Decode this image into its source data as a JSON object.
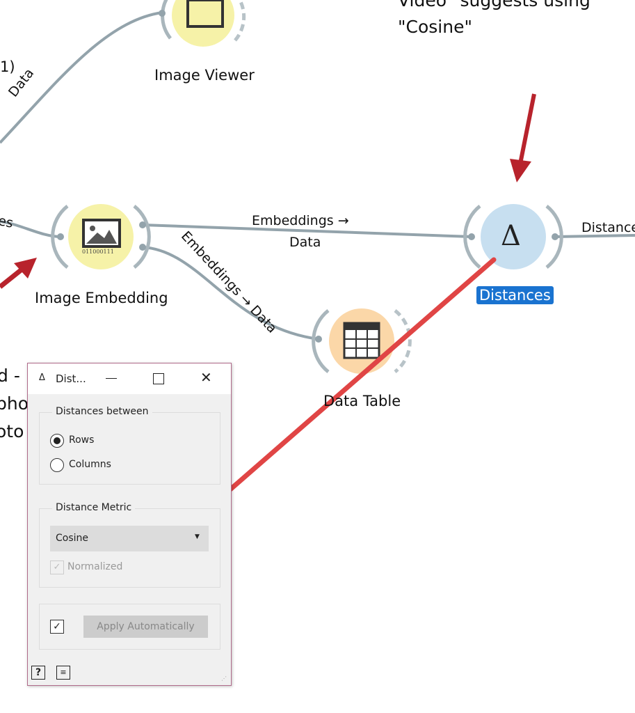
{
  "canvas": {
    "top_note": [
      "Video\" suggests using",
      "\"Cosine\""
    ],
    "left_fragments": [
      "1)",
      "d -",
      "pho",
      "oto"
    ],
    "nodes": {
      "image_viewer": "Image Viewer",
      "image_embedding": "Image Embedding",
      "image_embedding_code": "011000111",
      "distances": "Distances",
      "distances_symbol": "Δ",
      "data_table": "Data Table"
    },
    "links": {
      "data": "Data",
      "images": "Images",
      "emb_data_1": "Embeddings →",
      "emb_data_2": "Data",
      "emb_data_table": "Embeddings → Data",
      "distances_out": "Distances"
    }
  },
  "dialog": {
    "icon": "Δ",
    "title": "Dist...",
    "distances_between": {
      "label": "Distances between",
      "options": [
        "Rows",
        "Columns"
      ],
      "selected": "Rows"
    },
    "metric": {
      "label": "Distance Metric",
      "value": "Cosine",
      "normalized_label": "Normalized",
      "normalized": true
    },
    "apply_label": "Apply Automatically",
    "auto_apply": true
  },
  "colors": {
    "arrow": "#e04545",
    "arrow_dark": "#b8232c",
    "link": "#93a3ab",
    "selected": "#1a73d0"
  }
}
